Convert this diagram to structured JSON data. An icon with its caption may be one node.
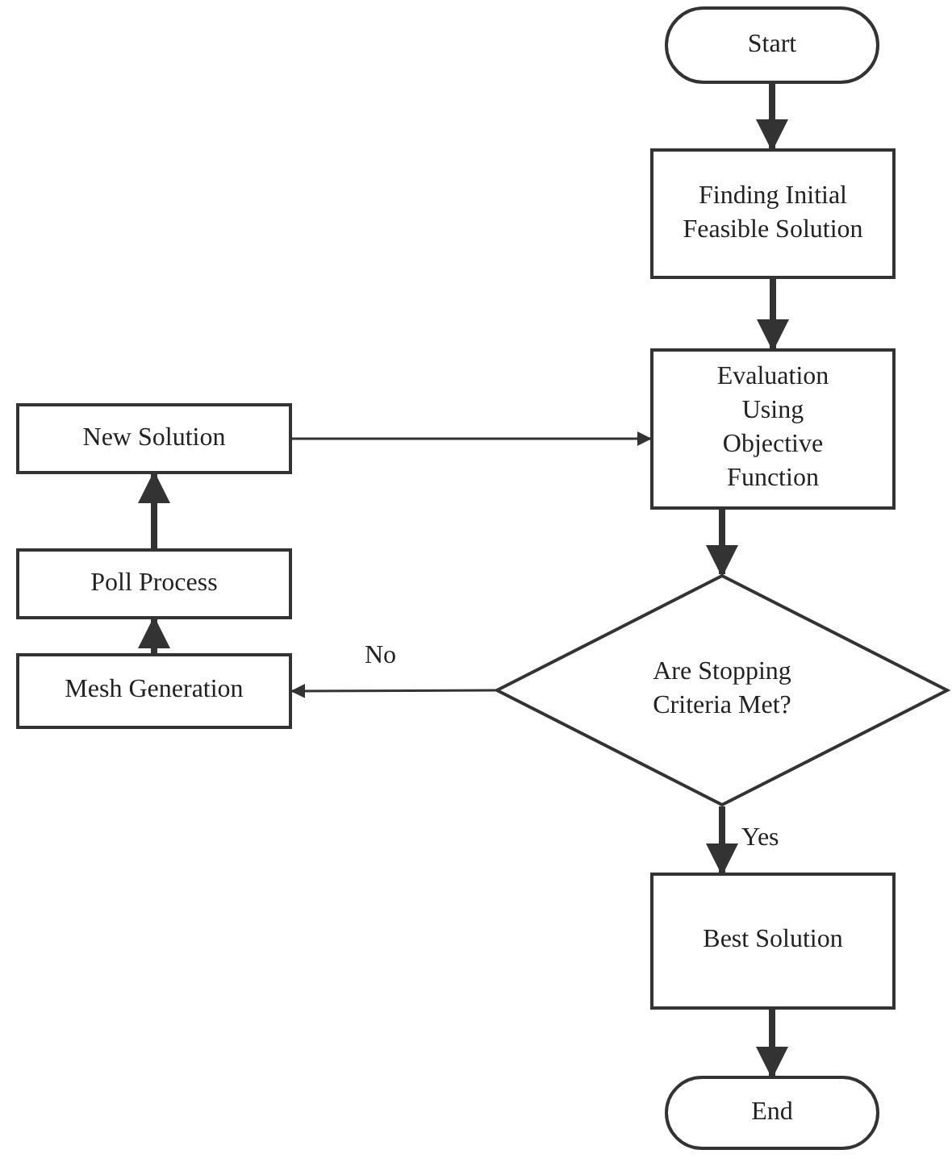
{
  "diagram": {
    "nodes": [
      {
        "text": [
          "Start"
        ]
      },
      {
        "text": [
          "Finding Initial Feasible Solution"
        ]
      },
      {
        "text": [
          "Evaluation Using Objective Function"
        ]
      },
      {
        "text": [
          "Are Stopping Criteria Met?"
        ]
      },
      {
        "text": [
          "Best Solution"
        ]
      },
      {
        "text": [
          "End"
        ]
      },
      {
        "text": [
          "New Solution"
        ]
      },
      {
        "text": [
          "Poll Process"
        ]
      },
      {
        "text": [
          "Mesh Generation"
        ]
      }
    ],
    "edges": [
      {
        "from": 0,
        "to": 1,
        "arrow": "to"
      },
      {
        "from": 1,
        "to": 2,
        "arrow": "to"
      },
      {
        "from": 6,
        "to": 2,
        "arrow": "to"
      },
      {
        "from": 2,
        "to": 3,
        "arrow": "to"
      },
      {
        "from": 3,
        "to": 8,
        "arrow": "to",
        "label": "No"
      },
      {
        "from": 8,
        "to": 7,
        "arrow": "to"
      },
      {
        "from": 7,
        "to": 6,
        "arrow": "to"
      },
      {
        "from": 3,
        "to": 4,
        "arrow": "to",
        "label": "Yes"
      },
      {
        "from": 4,
        "to": 5,
        "arrow": "to"
      }
    ]
  }
}
